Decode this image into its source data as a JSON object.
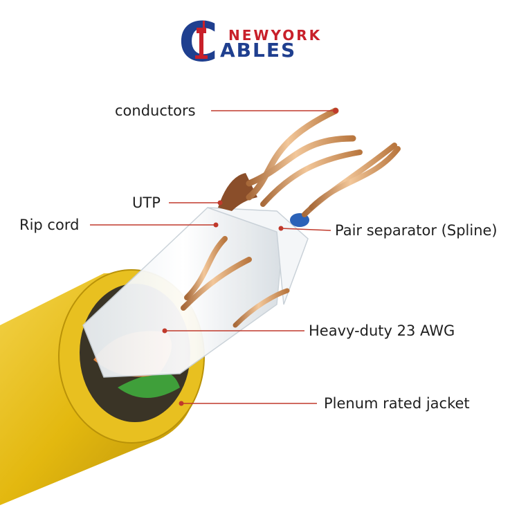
{
  "logo": {
    "letter": "C",
    "line1": "NEWYORK",
    "line2": "ABLES",
    "colors": {
      "blue": "#1f3f8f",
      "red": "#c8202a",
      "navy": "#152a5c"
    }
  },
  "labels": {
    "conductors": "conductors",
    "utp": "UTP",
    "rip_cord": "Rip cord",
    "pair_separator": "Pair separator (Spline)",
    "heavy_duty": "Heavy-duty 23 AWG",
    "plenum": "Plenum rated jacket"
  },
  "colors": {
    "leader": "#c0392b",
    "jacket": "#e3b80f",
    "copper": "#d99a5a",
    "orange": "#e8843a",
    "green": "#3f9f3a",
    "brown": "#8a4e2a",
    "blue": "#2b62b8"
  }
}
